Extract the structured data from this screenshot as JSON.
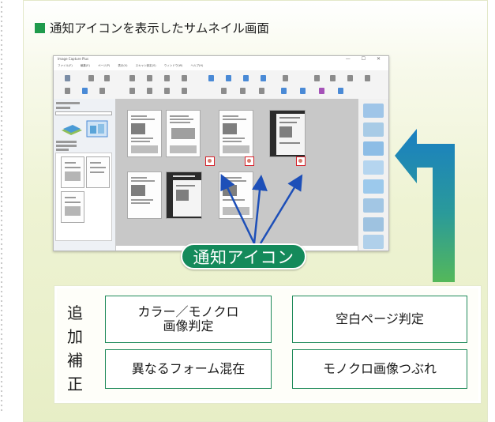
{
  "title": "通知アイコンを表示したサムネイル画面",
  "callout_label": "通知アイコン",
  "side_label_chars": [
    "追",
    "加",
    "補",
    "正"
  ],
  "options": {
    "color_mono": "カラー／モノクロ\n画像判定",
    "blank_page": "空白ページ判定",
    "mixed_forms": "異なるフォーム混在",
    "mono_crush": "モノクロ画像つぶれ"
  },
  "window": {
    "title": "Image Capture Plus",
    "controls": "— ☐ ✕",
    "menu": [
      "ファイル(F)",
      "編集(E)",
      "ページ(P)",
      "表示(V)",
      "スキャン設定(S)",
      "ウィンドウ(W)",
      "ヘルプ(H)"
    ]
  },
  "colors": {
    "accent_green": "#1f9a4c",
    "callout_bg": "#148a5b",
    "notif_red": "#d6202a",
    "arrow_blue": "#1a7fc2",
    "arrow_green": "#54b85a"
  }
}
